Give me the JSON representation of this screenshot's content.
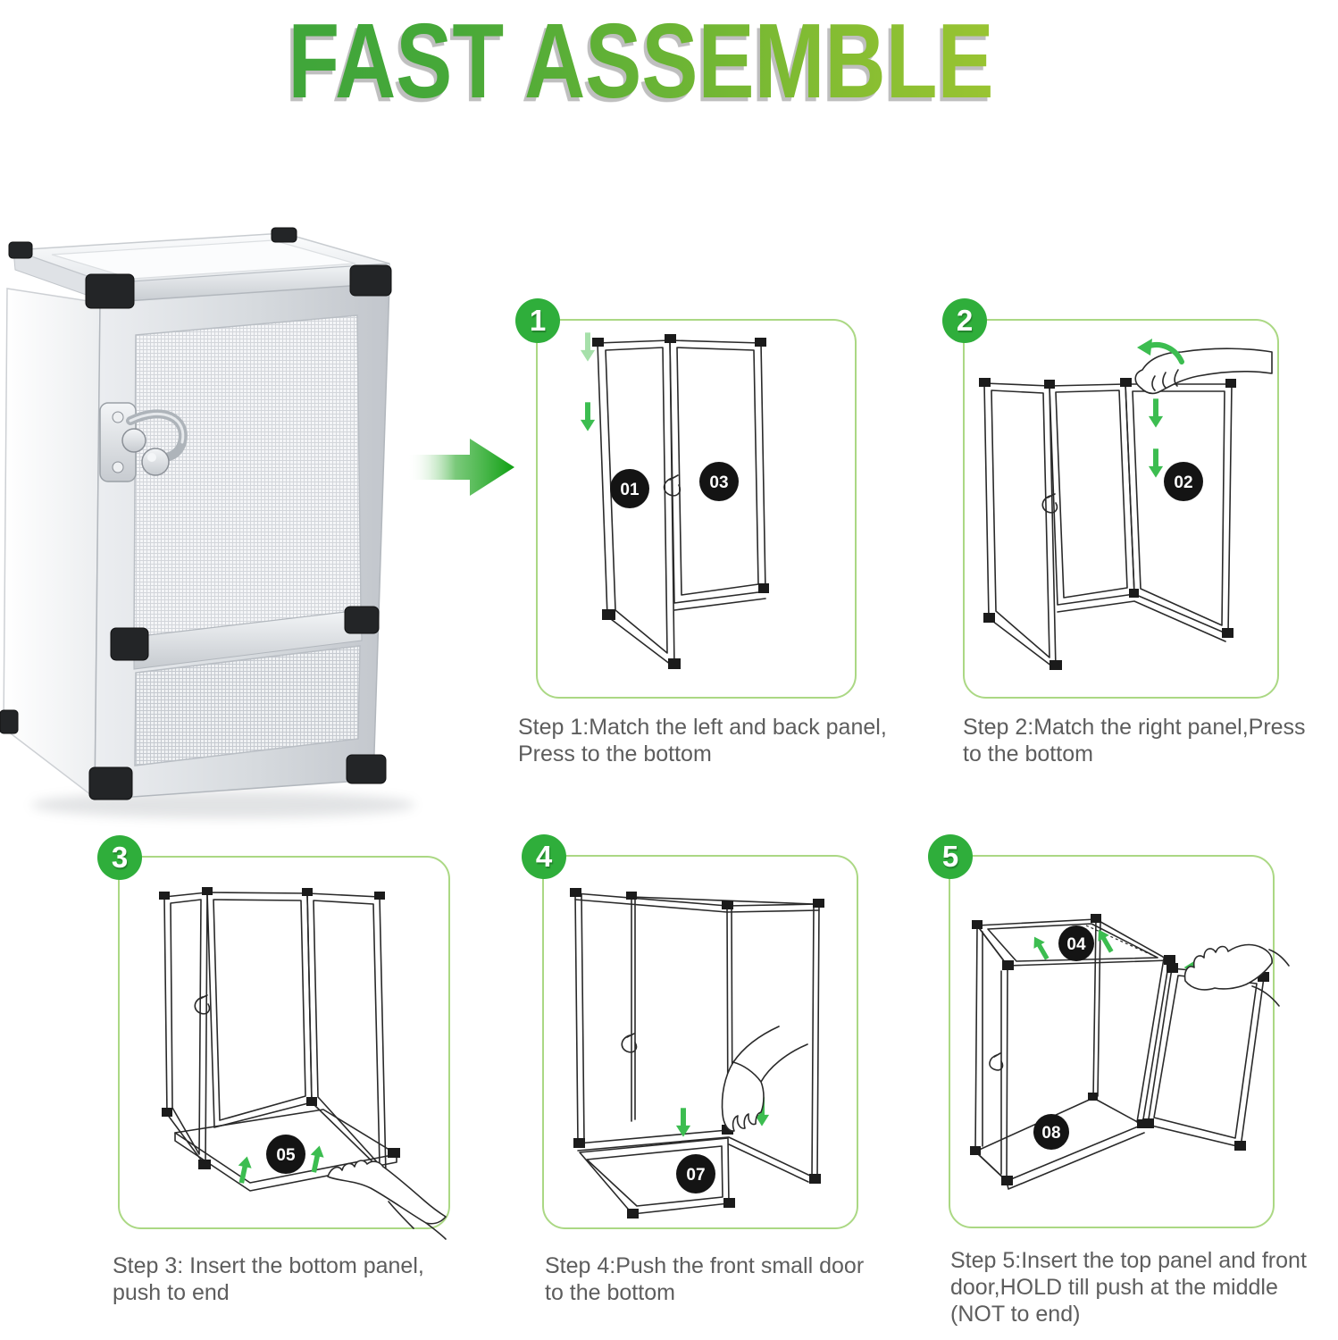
{
  "title": "FAST ASSEMBLE",
  "colors": {
    "title_gradient_start": "#37a23b",
    "title_gradient_end": "#b4cd30",
    "step_badge_green": "#2fae3b",
    "box_border_green": "#abd884",
    "flow_arrow_green": "#12a115",
    "diagram_arrow_green": "#3cbd50",
    "caption_gray": "#5d5d5d",
    "part_label_bg": "#141414"
  },
  "steps": [
    {
      "badge": "1",
      "caption": "Step 1:Match the left and back panel,\nPress to the bottom",
      "labels": [
        "01",
        "03"
      ]
    },
    {
      "badge": "2",
      "caption": "Step 2:Match the right panel,Press\nto the bottom",
      "labels": [
        "02"
      ]
    },
    {
      "badge": "3",
      "caption": "Step 3: Insert the bottom panel,\npush to end",
      "labels": [
        "05"
      ]
    },
    {
      "badge": "4",
      "caption": "Step 4:Push the front small door\nto the bottom",
      "labels": [
        "07"
      ]
    },
    {
      "badge": "5",
      "caption": "Step 5:Insert the top panel and front\ndoor,HOLD till push at the middle\n(NOT to end)",
      "labels": [
        "04",
        "08"
      ]
    }
  ]
}
